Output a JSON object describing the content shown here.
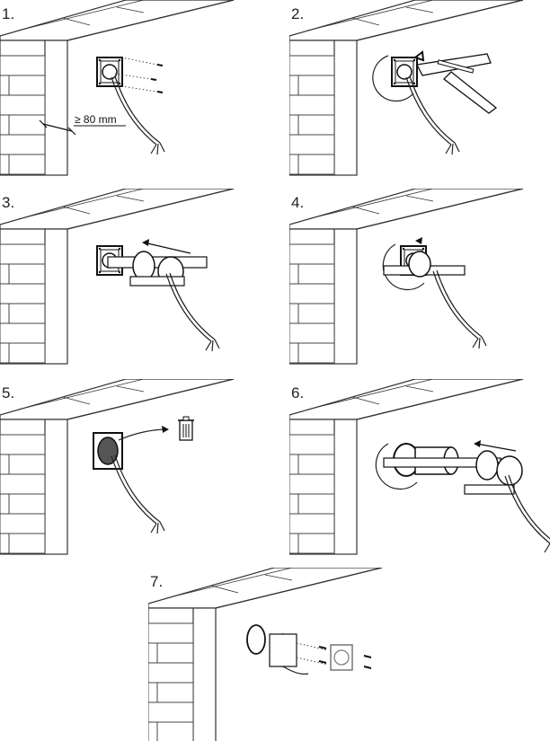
{
  "steps": [
    {
      "label": "1."
    },
    {
      "label": "2."
    },
    {
      "label": "3."
    },
    {
      "label": "4."
    },
    {
      "label": "5."
    },
    {
      "label": "6."
    },
    {
      "label": "7."
    }
  ],
  "measurement": "≥ 80 mm"
}
